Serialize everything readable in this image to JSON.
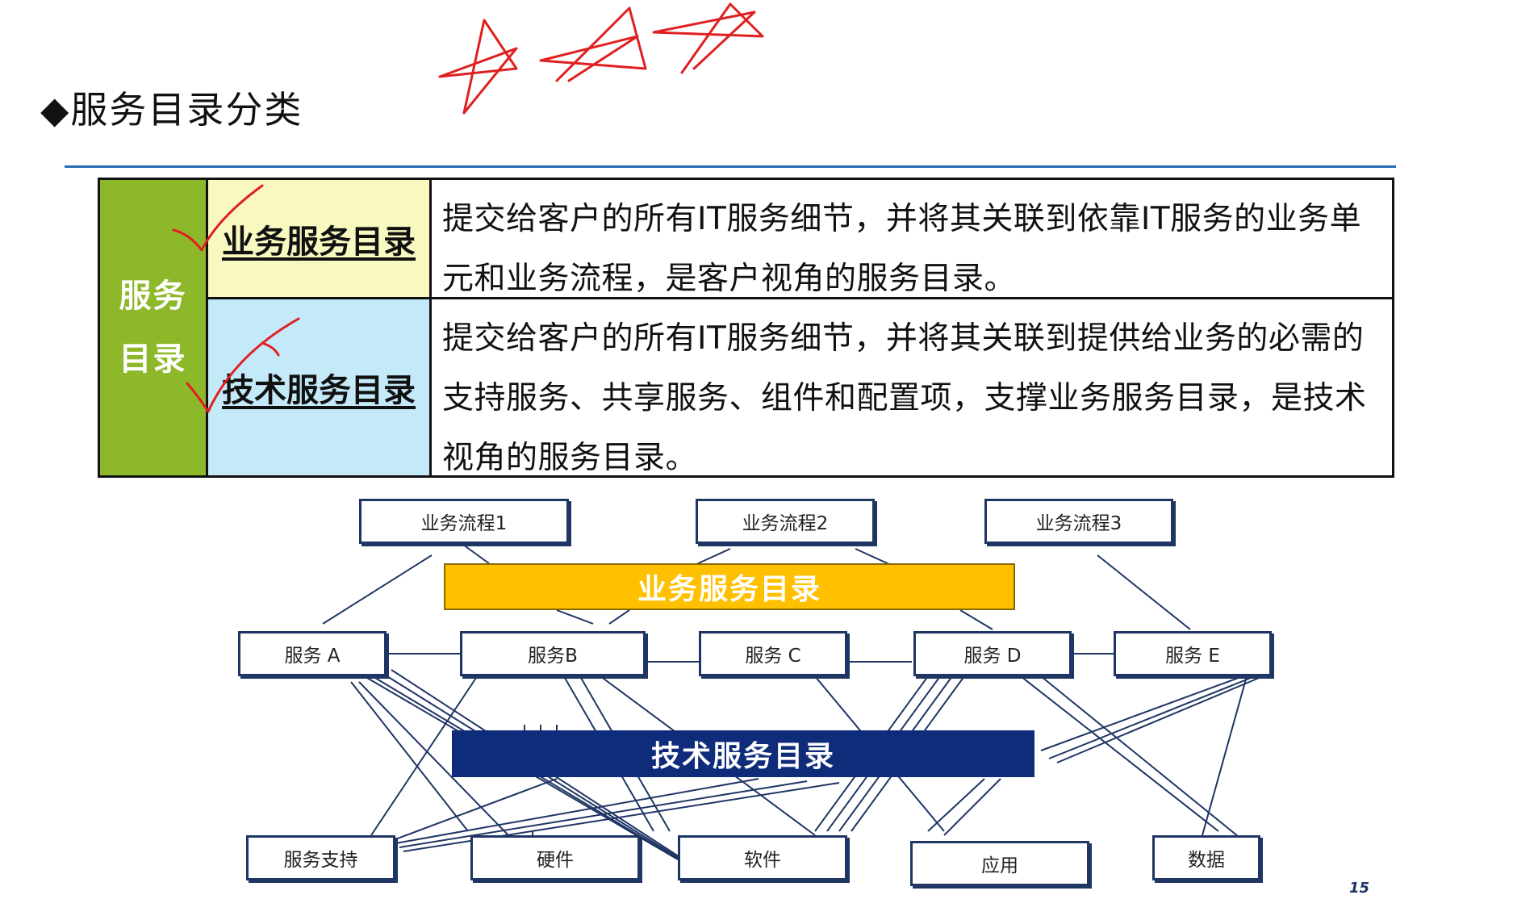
{
  "heading": "◆服务目录分类",
  "catalog_table": {
    "side_label_line1": "服务",
    "side_label_line2": "目录",
    "rows": [
      {
        "name": "业务服务目录",
        "description": "提交给客户的所有IT服务细节，并将其关联到依靠IT服务的业务单元和业务流程，是客户视角的服务目录。"
      },
      {
        "name": "技术服务目录",
        "description": "提交给客户的所有IT服务细节，并将其关联到提供给业务的必需的支持服务、共享服务、组件和配置项，支撑业务服务目录，是技术视角的服务目录。"
      }
    ]
  },
  "diagram": {
    "processes": [
      "业务流程1",
      "业务流程2",
      "业务流程3"
    ],
    "business_catalog_label": "业务服务目录",
    "services": [
      "服务 A",
      "服务B",
      "服务 C",
      "服务 D",
      "服务 E"
    ],
    "technical_catalog_label": "技术服务目录",
    "components": [
      "服务支持",
      "硬件",
      "软件",
      "应用",
      "数据"
    ]
  },
  "page_number": "15",
  "colors": {
    "rule": "#2a6db5",
    "side_green": "#8db829",
    "business_row_bg": "#f8f8c0",
    "technical_row_bg": "#c4e9f8",
    "business_bar": "#ffc000",
    "technical_bar": "#0f2c7a",
    "box_border": "#1f3564",
    "annotation_ink": "#e02020"
  }
}
